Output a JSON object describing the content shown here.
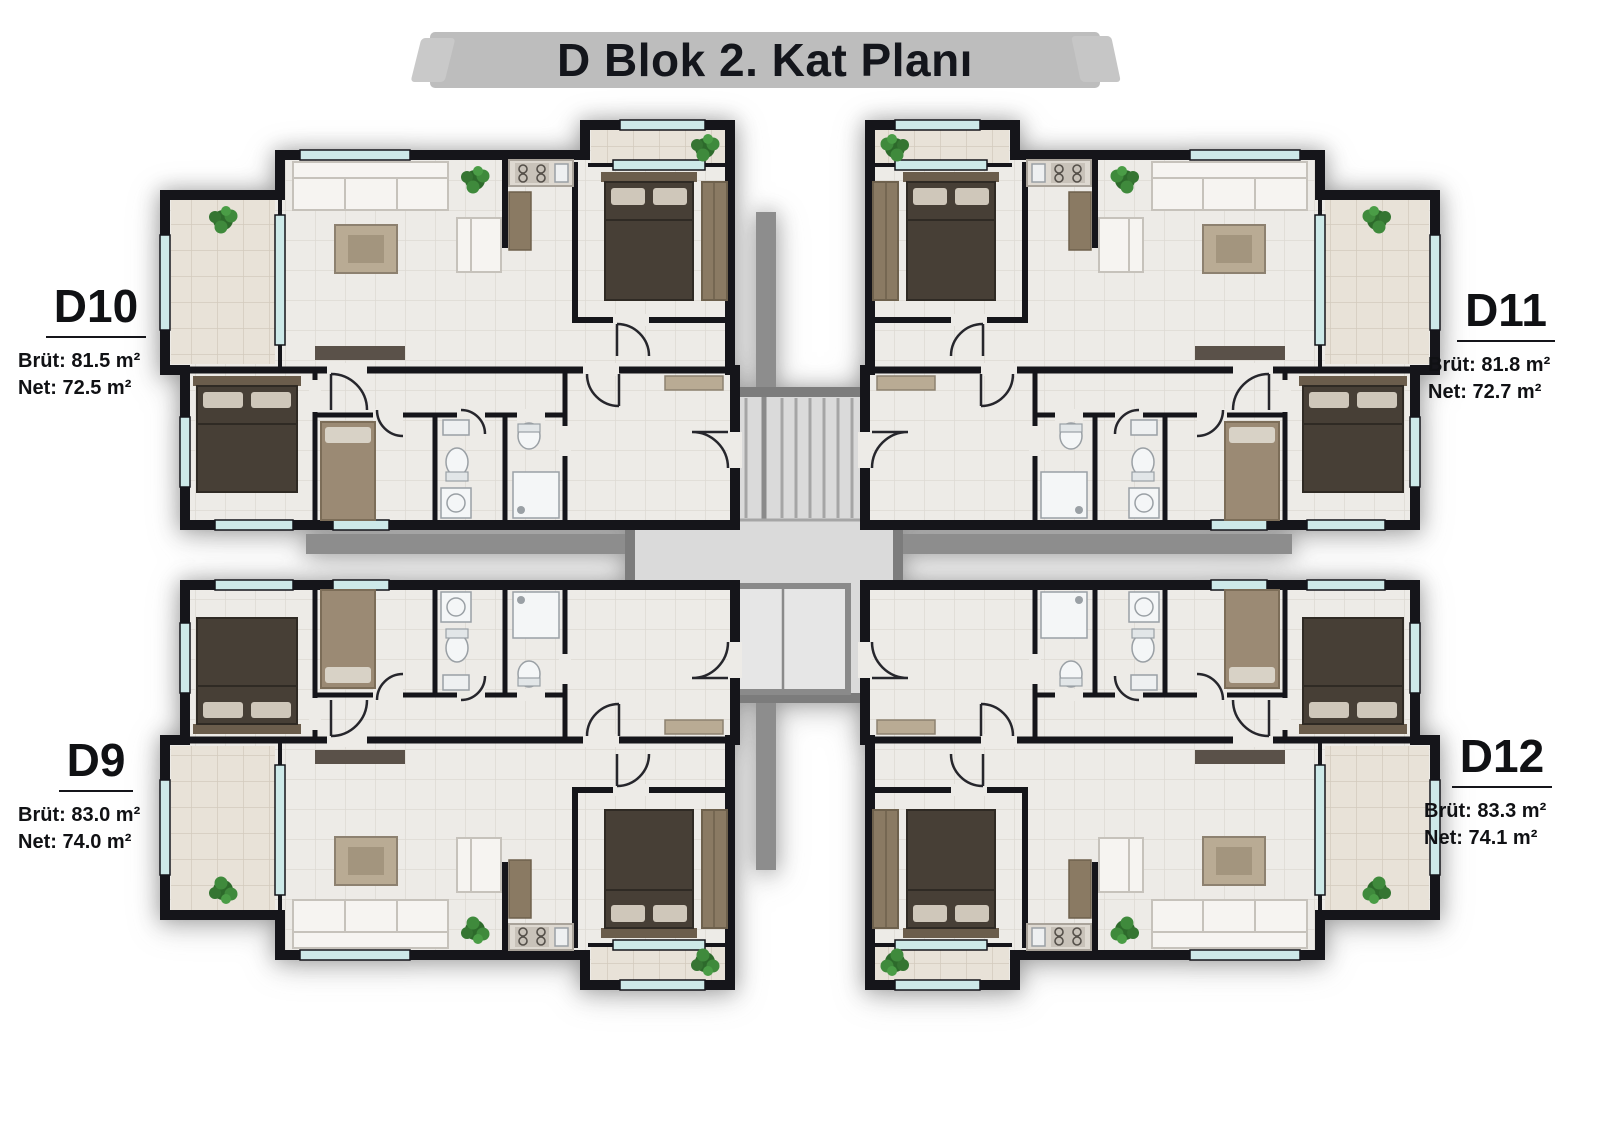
{
  "title": "D Blok 2. Kat Planı",
  "apartments": [
    {
      "id": "D10",
      "brut": "Brüt: 81.5 m²",
      "net": "Net: 72.5 m²"
    },
    {
      "id": "D11",
      "brut": "Brüt: 81.8 m²",
      "net": "Net: 72.7 m²"
    },
    {
      "id": "D9",
      "brut": "Brüt: 83.0 m²",
      "net": "Net: 74.0 m²"
    },
    {
      "id": "D12",
      "brut": "Brüt: 83.3 m²",
      "net": "Net: 74.1 m²"
    }
  ],
  "colors": {
    "banner_gray": "#bdbdbd",
    "wall_black": "#15151a",
    "corridor_gray": "#8d8d8d",
    "floor_tile": "#edebe7",
    "balcony_tile": "#e8e2d8",
    "window_glass": "#cde9e8",
    "plant_green": "#3f8a3c"
  }
}
